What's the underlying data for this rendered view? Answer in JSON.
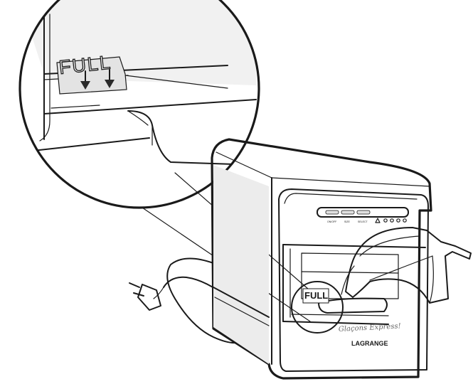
{
  "zoom_label": {
    "text": "FULL"
  },
  "panel_label": {
    "text": "FULL"
  },
  "control_panel": {
    "button_labels": [
      "ON/OFF",
      "SIZE",
      "SELECT"
    ]
  },
  "product": {
    "script_name": "Glaçons Express!",
    "brand": "LAGRANGE"
  }
}
